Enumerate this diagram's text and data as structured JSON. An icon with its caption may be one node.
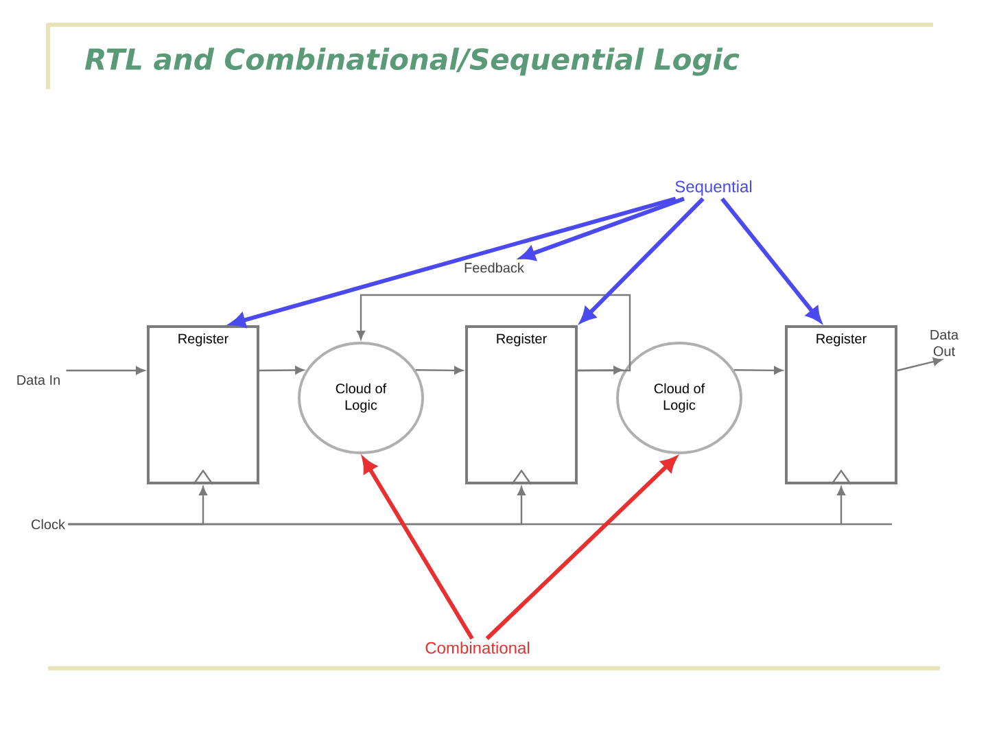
{
  "diagram": {
    "title": "RTL and Combinational/Sequential Logic",
    "nodes": [
      {
        "text": [
          "Sequential"
        ]
      },
      {
        "text": [
          "Feedback"
        ]
      },
      {
        "text": [
          "Data In"
        ]
      },
      {
        "text": [
          "Register"
        ]
      },
      {
        "text": [
          "Cloud of Logic"
        ]
      },
      {
        "text": [
          "Register"
        ]
      },
      {
        "text": [
          "Cloud of Logic"
        ]
      },
      {
        "text": [
          "Register"
        ]
      },
      {
        "text": [
          "Data Out"
        ]
      },
      {
        "text": [
          "Clock"
        ]
      },
      {
        "text": [
          "Combinational"
        ]
      }
    ],
    "edges": [
      {
        "from": 2,
        "to": 3,
        "arrow": "to"
      },
      {
        "from": 3,
        "to": 4,
        "arrow": "to"
      },
      {
        "from": 4,
        "to": 5,
        "arrow": "to"
      },
      {
        "from": 5,
        "to": 6,
        "arrow": "to"
      },
      {
        "from": 6,
        "to": 7,
        "arrow": "to"
      },
      {
        "from": 7,
        "to": 8,
        "arrow": "to"
      },
      {
        "from": 5,
        "to": 4,
        "arrow": "to"
      },
      {
        "from": 9,
        "to": 3,
        "arrow": "to"
      },
      {
        "from": 9,
        "to": 5,
        "arrow": "to"
      },
      {
        "from": 9,
        "to": 7,
        "arrow": "to"
      },
      {
        "from": 0,
        "to": 3,
        "arrow": "to",
        "style": "thick",
        "color": "#4a4af0"
      },
      {
        "from": 0,
        "to": 1,
        "arrow": "to",
        "style": "thick",
        "color": "#4a4af0"
      },
      {
        "from": 0,
        "to": 5,
        "arrow": "to",
        "style": "thick",
        "color": "#4a4af0"
      },
      {
        "from": 0,
        "to": 7,
        "arrow": "to",
        "style": "thick",
        "color": "#4a4af0"
      },
      {
        "from": 10,
        "to": 4,
        "arrow": "to",
        "style": "thick",
        "color": "#e83030"
      },
      {
        "from": 10,
        "to": 6,
        "arrow": "to",
        "style": "thick",
        "color": "#e83030"
      }
    ]
  }
}
